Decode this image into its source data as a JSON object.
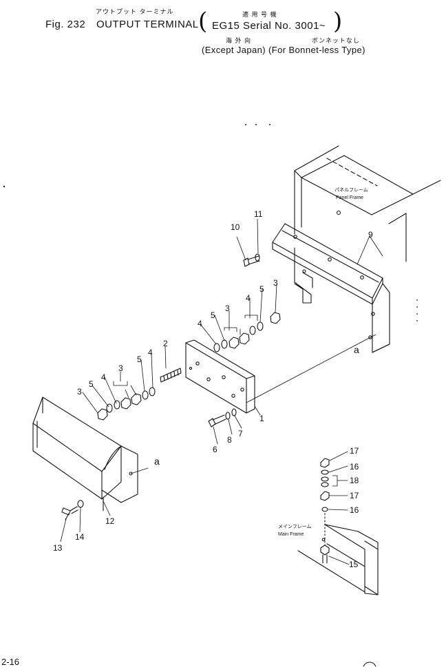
{
  "header": {
    "fig_label": "Fig. 232",
    "title_jp": "アウトプット ターミナル",
    "title_en": "OUTPUT TERMINAL",
    "applicable_jp": "適 用 号 機",
    "model_serial": "EG15 Serial No. 3001~",
    "overseas_jp": "海 外 向",
    "bonnetless_jp": "ボンネットなし",
    "notes_en": "(Except Japan) (For Bonnet-less Type)"
  },
  "frame_labels": {
    "panel_frame_jp": "パネルフレーム",
    "panel_frame_en": "Panel Frame",
    "main_frame_jp": "メインフレーム",
    "main_frame_en": "Main Frame"
  },
  "callouts": {
    "c1": "1",
    "c2": "2",
    "c3a": "3",
    "c3b": "3",
    "c3c": "3",
    "c3d": "3",
    "c4a": "4",
    "c4b": "4",
    "c4c": "4",
    "c4d": "4",
    "c5a": "5",
    "c5b": "5",
    "c5c": "5",
    "c5d": "5",
    "c6": "6",
    "c7": "7",
    "c8": "8",
    "c9": "9",
    "c10": "10",
    "c11": "11",
    "c12": "12",
    "c13": "13",
    "c14": "14",
    "c15": "15",
    "c16a": "16",
    "c16b": "16",
    "c17a": "17",
    "c17b": "17",
    "c18": "18",
    "ref_a1": "a",
    "ref_a2": "a"
  },
  "footer": {
    "page_number": "2-16"
  }
}
